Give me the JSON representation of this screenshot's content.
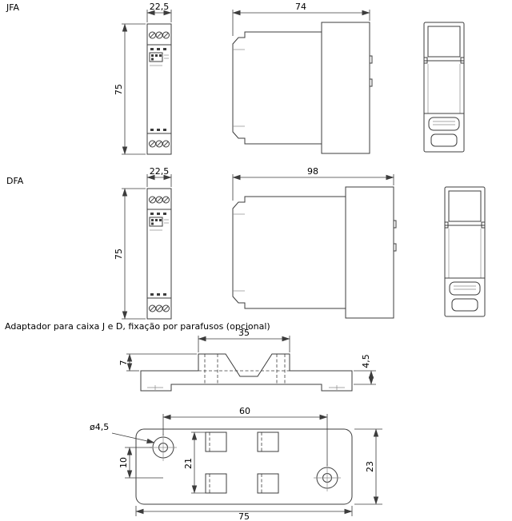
{
  "sections": {
    "jfa": {
      "label": "JFA",
      "dim_width": "22,5",
      "dim_height": "75",
      "dim_depth": "74"
    },
    "dfa": {
      "label": "DFA",
      "dim_width": "22,5",
      "dim_height": "75",
      "dim_depth": "98"
    },
    "adapter": {
      "caption": "Adaptador para caixa J e D, fixação por parafusos (opcional)",
      "profile": {
        "dim_tab_span": "35",
        "dim_tab_height": "7",
        "dim_thickness": "4,5"
      },
      "top": {
        "dim_hole_spacing": "60",
        "dim_hole_diameter": "ø4,5",
        "dim_hole_offset": "10",
        "dim_slot_span": "21",
        "dim_plate_depth": "23",
        "dim_plate_width": "75"
      }
    }
  }
}
